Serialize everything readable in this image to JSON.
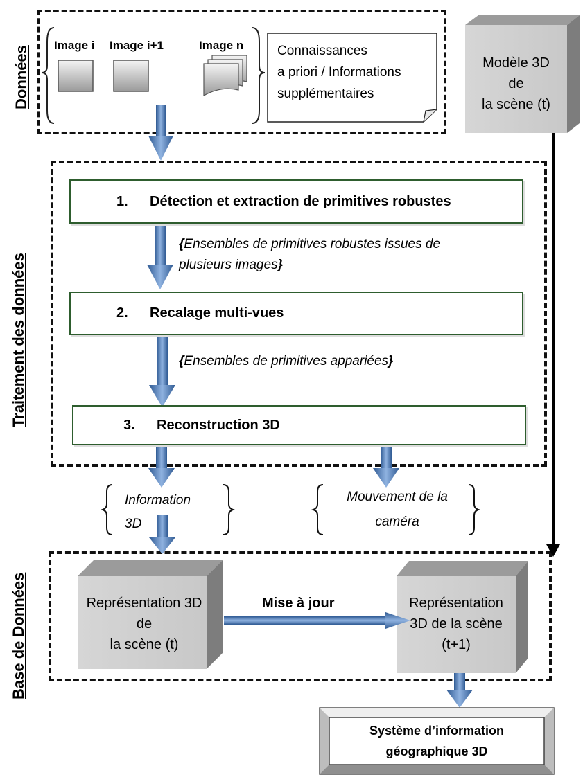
{
  "side_labels": {
    "donnees": "Données",
    "traitement": "Traitement des données",
    "base": "Base de Données"
  },
  "images": {
    "image_i": "Image i",
    "image_i1": "Image i+1",
    "image_n": "Image n"
  },
  "knowledge": {
    "line1": "Connaissances",
    "line2": "a priori / Informations",
    "line3": "supplémentaires"
  },
  "model_box": {
    "line1": "Modèle 3D",
    "line2": "de",
    "line3": "la scène (t)"
  },
  "steps": [
    {
      "num": "1.",
      "label": "Détection et extraction de primitives robustes"
    },
    {
      "num": "2.",
      "label": "Recalage multi-vues"
    },
    {
      "num": "3.",
      "label": "Reconstruction 3D"
    }
  ],
  "notes": {
    "note1_line1": "Ensembles de primitives robustes issues de",
    "note1_line2": "plusieurs images",
    "note2": "Ensembles de primitives appariées",
    "open_brace": "{",
    "close_brace": "}"
  },
  "outputs": {
    "info3d_line1": "Information",
    "info3d_line2": "3D",
    "camera_line1": "Mouvement de la",
    "camera_line2": "caméra"
  },
  "repr_t": {
    "line1": "Représentation 3D",
    "line2": "de",
    "line3": "la scène (t)"
  },
  "update_label": "Mise à jour",
  "repr_t1": {
    "line1": "Représentation",
    "line2": "3D de la scène",
    "line3": "(t+1)"
  },
  "sig": {
    "line1": "Système d’information",
    "line2": "géographique 3D"
  }
}
